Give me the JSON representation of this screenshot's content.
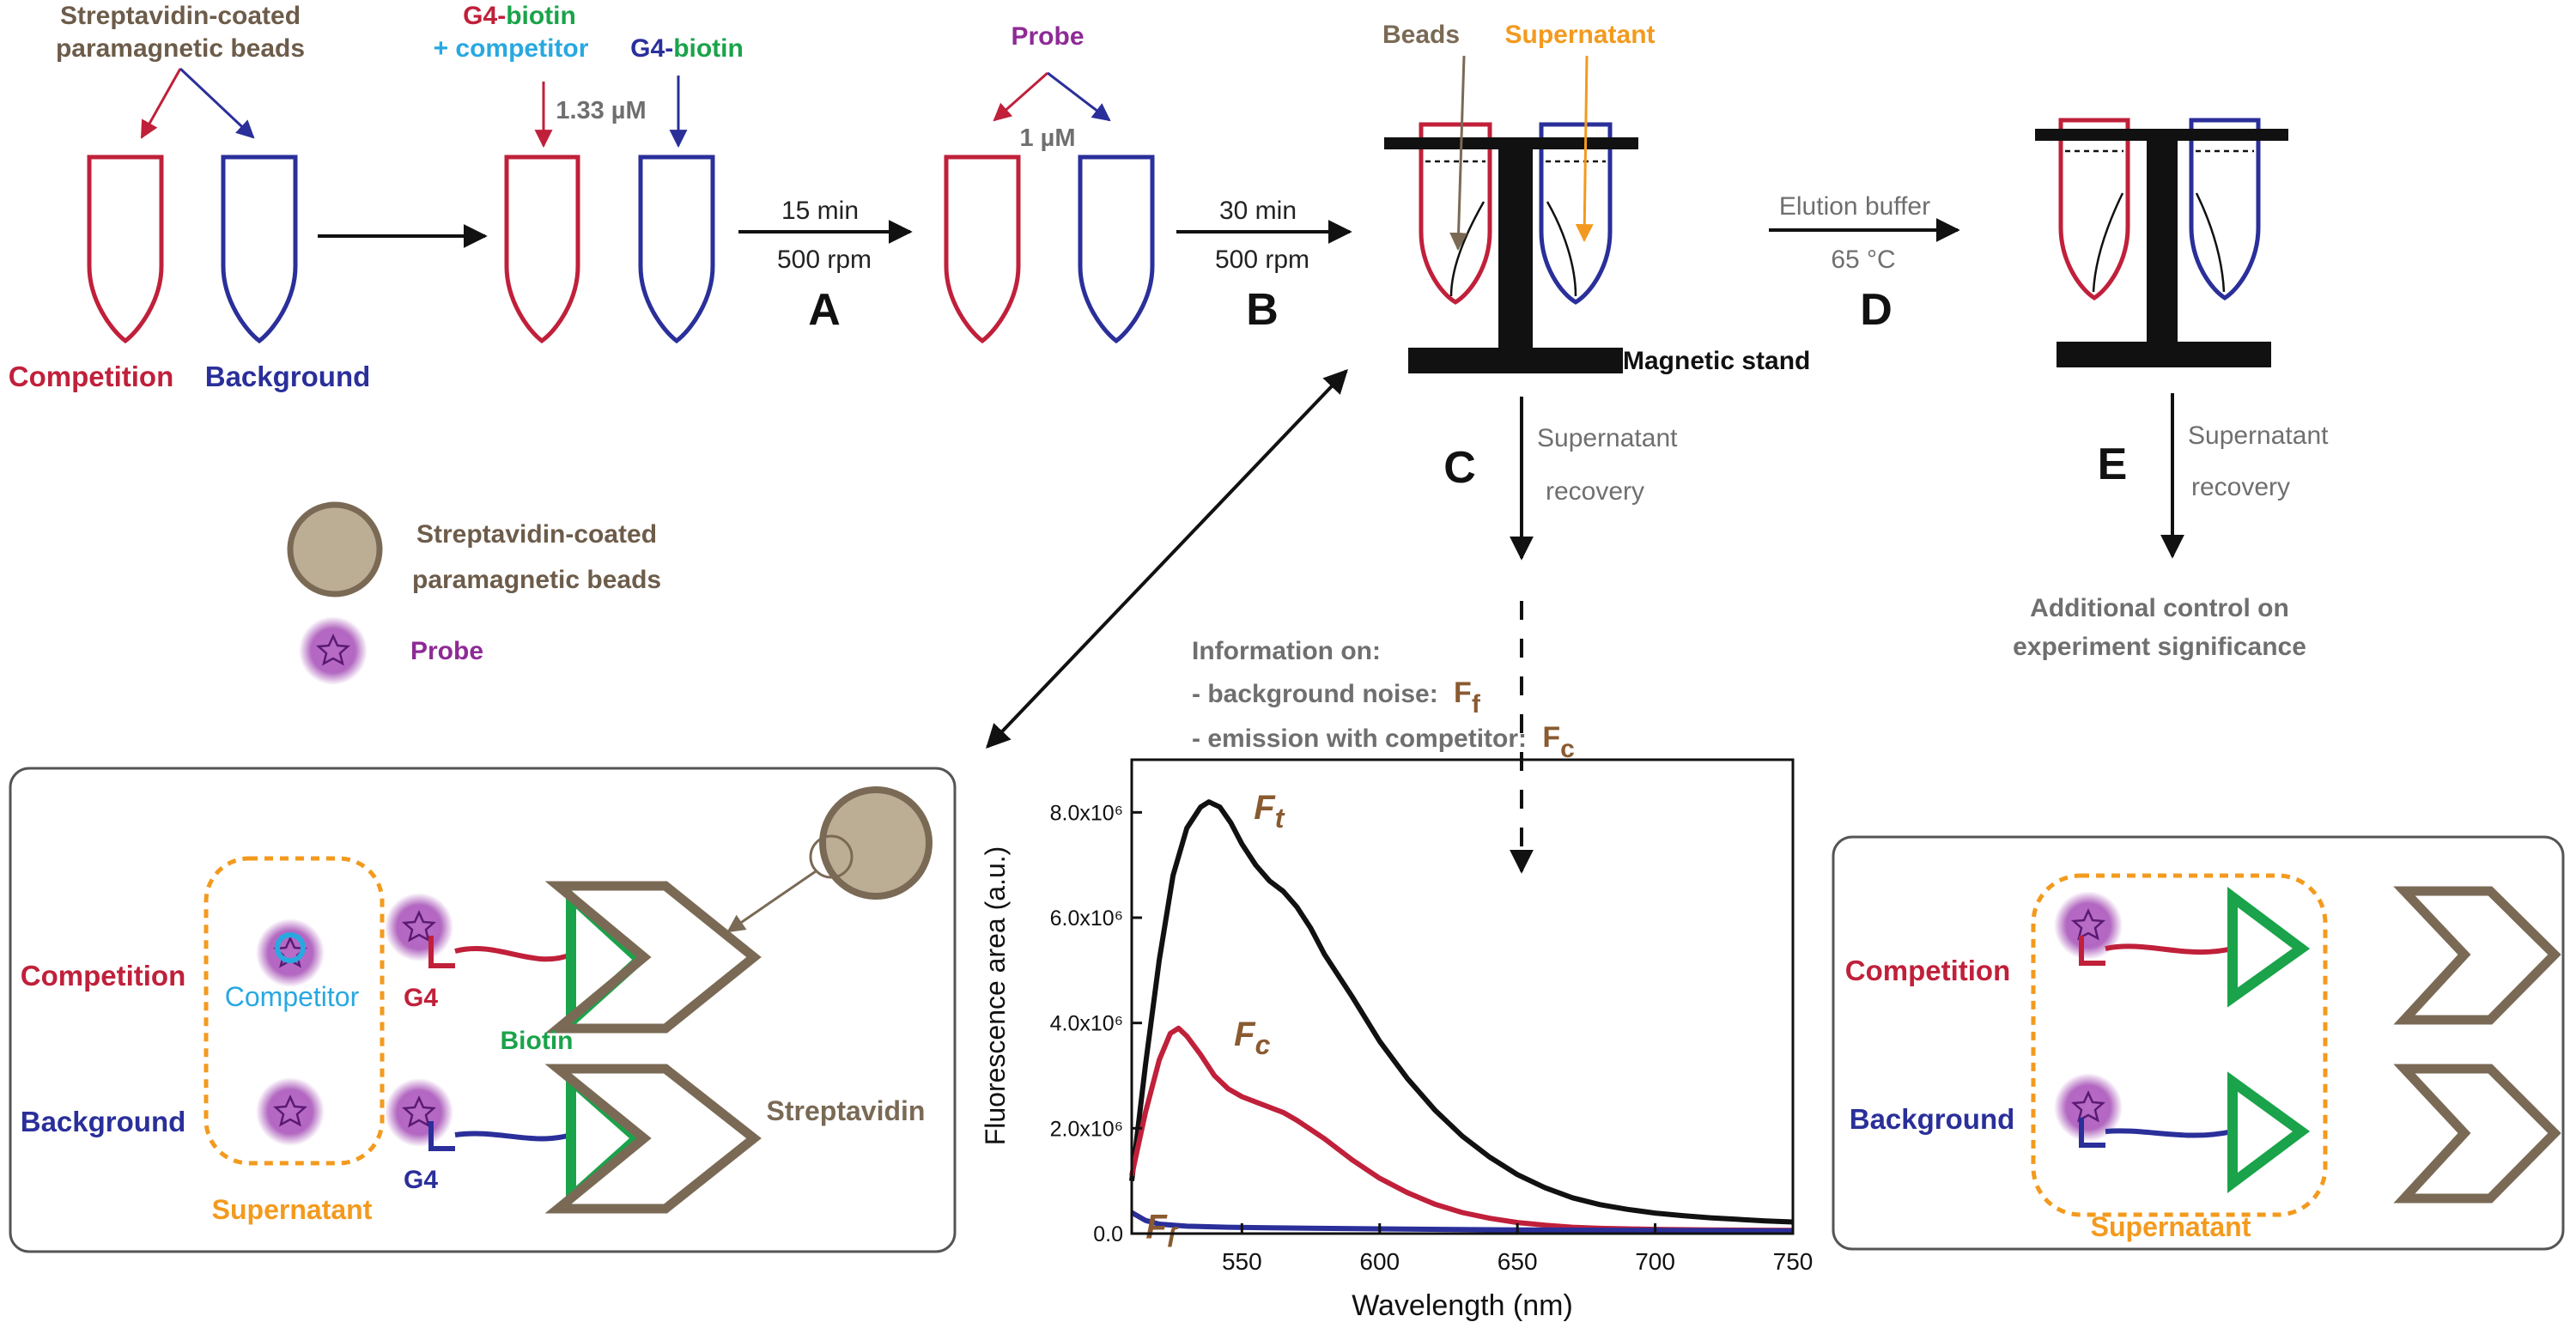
{
  "colors": {
    "competition": "#c0203a",
    "background": "#2a2f9a",
    "biotin": "#1aa34a",
    "competitor": "#29a8e0",
    "probe": "#8e2a96",
    "supernatant": "#f39a1e",
    "beads": "#7a6a55",
    "bead_fill": "#bcae95",
    "gray_text": "#6f6f6f",
    "curve_total": "#111111",
    "curve_competitor": "#c0203a",
    "curve_background": "#2a2f9a"
  },
  "top": {
    "beads_label_1": "Streptavidin-coated",
    "beads_label_2": "paramagnetic beads",
    "g4_1": "G4-",
    "biotin_1": "biotin",
    "competitor_label": "+ competitor",
    "g4_2": "G4-",
    "biotin_2": "biotin",
    "conc_1": "1.33 µM",
    "probe_label": "Probe",
    "conc_2": "1 µM",
    "competition": "Competition",
    "background": "Background",
    "stepA_time": "15 min",
    "stepA_speed": "500 rpm",
    "stepA_letter": "A",
    "stepB_time": "30 min",
    "stepB_speed": "500 rpm",
    "stepB_letter": "B",
    "beads": "Beads",
    "supernatant": "Supernatant",
    "magnetic_stand": "Magnetic stand",
    "elution_buffer": "Elution buffer",
    "elution_temp": "65 °C",
    "stepD_letter": "D",
    "stepC_letter": "C",
    "stepC_text_1": "Supernatant",
    "stepC_text_2": "recovery",
    "stepE_letter": "E",
    "stepE_text_1": "Supernatant",
    "stepE_text_2": "recovery",
    "additional_1": "Additional control on",
    "additional_2": "experiment significance"
  },
  "legend": {
    "beads_1": "Streptavidin-coated",
    "beads_2": "paramagnetic beads",
    "probe": "Probe"
  },
  "info": {
    "title": "Information on:",
    "line1": "- background noise:",
    "line1_sym": "F",
    "line1_sub": "f",
    "line2": "- emission with competitor:",
    "line2_sym": "F",
    "line2_sub": "c"
  },
  "left_panel": {
    "competition": "Competition",
    "competitor": "Competitor",
    "g4_top": "G4",
    "biotin": "Biotin",
    "background": "Background",
    "supernatant": "Supernatant",
    "g4_bottom": "G4",
    "streptavidin": "Streptavidin"
  },
  "right_panel": {
    "competition": "Competition",
    "background": "Background",
    "supernatant": "Supernatant"
  },
  "chart_data": {
    "type": "line",
    "xlabel": "Wavelength (nm)",
    "ylabel": "Fluorescence area (a.u.)",
    "xlim": [
      510,
      750
    ],
    "ylim": [
      0,
      9000000
    ],
    "xticks": [
      550,
      600,
      650,
      700,
      750
    ],
    "yticks": [
      0,
      2000000,
      4000000,
      6000000,
      8000000
    ],
    "ytick_labels": [
      "0.0",
      "2.0x10⁶",
      "4.0x10⁶",
      "6.0x10⁶",
      "8.0x10⁶"
    ],
    "series": [
      {
        "name": "Ft",
        "color": "#111111",
        "x": [
          510,
          515,
          520,
          525,
          530,
          535,
          538,
          542,
          546,
          550,
          555,
          560,
          565,
          570,
          575,
          580,
          590,
          600,
          610,
          620,
          630,
          640,
          650,
          660,
          670,
          680,
          690,
          700,
          710,
          720,
          730,
          740,
          750
        ],
        "y": [
          1000000,
          3200000,
          5200000,
          6800000,
          7700000,
          8100000,
          8200000,
          8100000,
          7800000,
          7400000,
          7000000,
          6700000,
          6500000,
          6200000,
          5800000,
          5300000,
          4500000,
          3650000,
          2950000,
          2350000,
          1850000,
          1450000,
          1120000,
          870000,
          680000,
          550000,
          460000,
          390000,
          340000,
          300000,
          270000,
          240000,
          220000
        ]
      },
      {
        "name": "Fc",
        "color": "#c0203a",
        "x": [
          510,
          515,
          520,
          524,
          527,
          530,
          535,
          540,
          545,
          550,
          555,
          560,
          565,
          570,
          580,
          590,
          600,
          610,
          620,
          630,
          640,
          650,
          660,
          670,
          680,
          690,
          700,
          720,
          750
        ],
        "y": [
          1100000,
          2300000,
          3300000,
          3800000,
          3900000,
          3750000,
          3400000,
          3000000,
          2750000,
          2600000,
          2500000,
          2400000,
          2300000,
          2150000,
          1800000,
          1400000,
          1050000,
          780000,
          560000,
          400000,
          290000,
          210000,
          160000,
          120000,
          100000,
          90000,
          80000,
          70000,
          60000
        ]
      },
      {
        "name": "Ff",
        "color": "#2a2f9a",
        "x": [
          510,
          515,
          520,
          530,
          545,
          560,
          600,
          650,
          700,
          750
        ],
        "y": [
          400000,
          250000,
          180000,
          140000,
          120000,
          110000,
          90000,
          70000,
          60000,
          50000
        ]
      }
    ],
    "labels": [
      {
        "series": "Ft",
        "sym": "F",
        "sub": "t"
      },
      {
        "series": "Fc",
        "sym": "F",
        "sub": "c"
      },
      {
        "series": "Ff",
        "sym": "F",
        "sub": "f"
      }
    ]
  }
}
